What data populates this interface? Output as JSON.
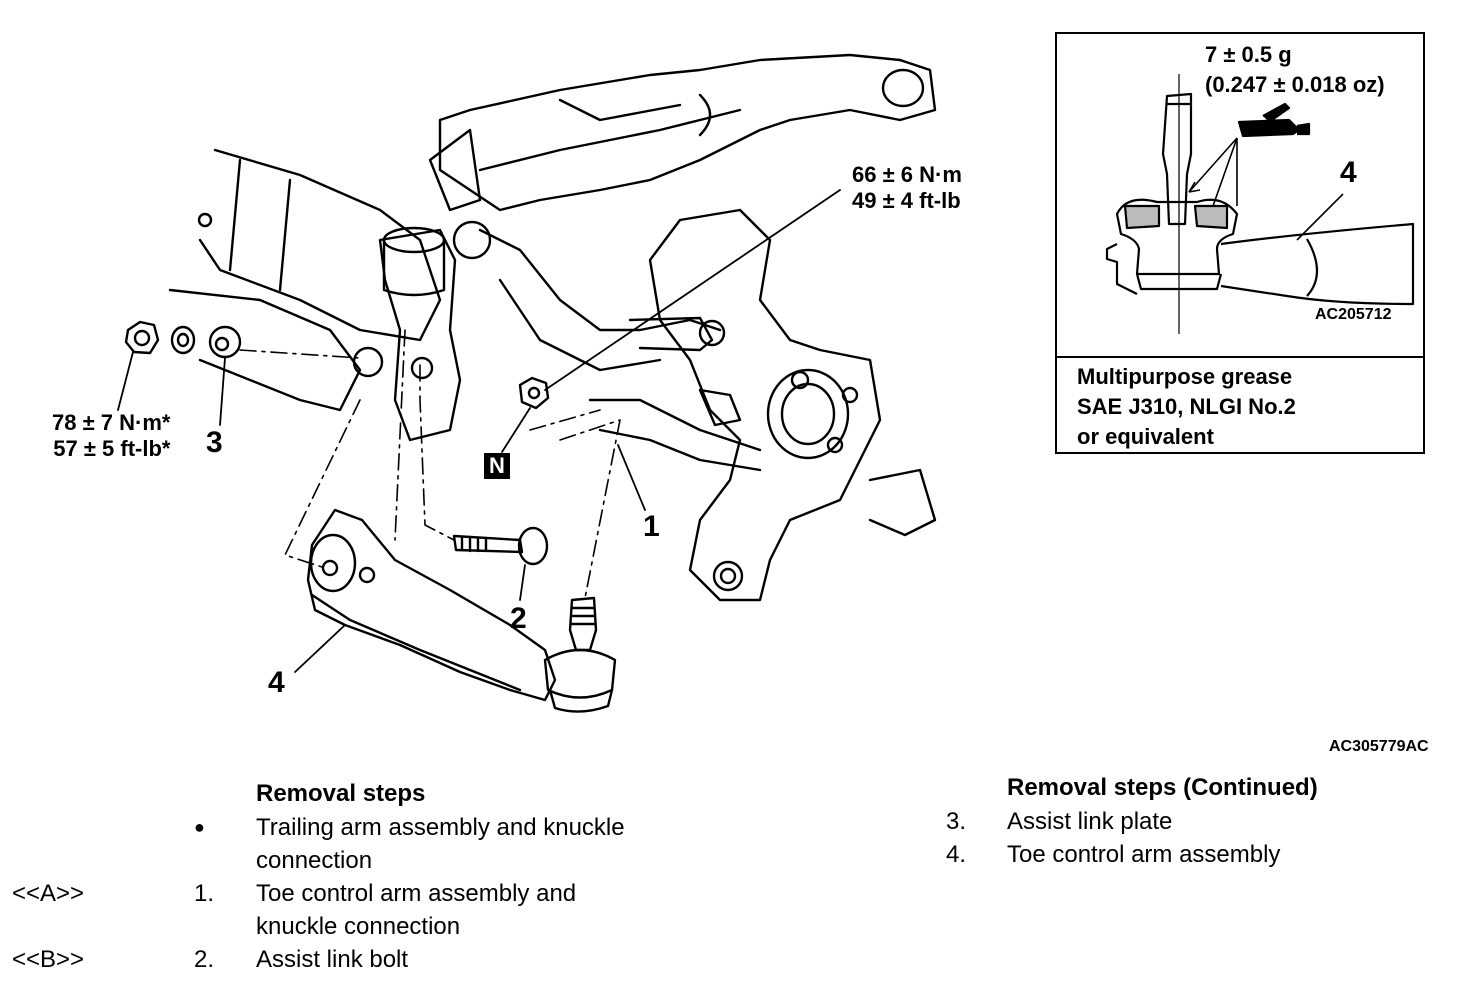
{
  "torques": {
    "nut_a": [
      "66 ± 6 N·m",
      "49 ± 4 ft-lb"
    ],
    "nut_b": [
      "78 ± 7 N·m*",
      "57 ± 5 ft-lb*"
    ]
  },
  "callouts": {
    "c1": "1",
    "c2": "2",
    "c3": "3",
    "c4": "4",
    "c4_inset": "4"
  },
  "n_badge": "N",
  "figure_code": "AC305779AC",
  "inset": {
    "grease_amount": [
      "7 ± 0.5 g",
      "(0.247 ± 0.018 oz)"
    ],
    "code": "AC205712",
    "grease_spec": [
      "Multipurpose grease",
      "SAE J310, NLGI No.2",
      "or equivalent"
    ]
  },
  "removal_left": {
    "heading": "Removal steps",
    "items": [
      {
        "marker": "",
        "num": "●",
        "text": [
          "Trailing arm assembly and knuckle",
          "connection"
        ]
      },
      {
        "marker": "<<A>>",
        "num": "1.",
        "text": [
          "Toe control arm assembly and",
          "knuckle connection"
        ]
      },
      {
        "marker": "<<B>>",
        "num": "2.",
        "text": [
          "Assist link bolt"
        ]
      }
    ]
  },
  "removal_right": {
    "heading": "Removal steps (Continued)",
    "items": [
      {
        "num": "3.",
        "text": "Assist link plate"
      },
      {
        "num": "4.",
        "text": "Toe control arm assembly"
      }
    ]
  }
}
